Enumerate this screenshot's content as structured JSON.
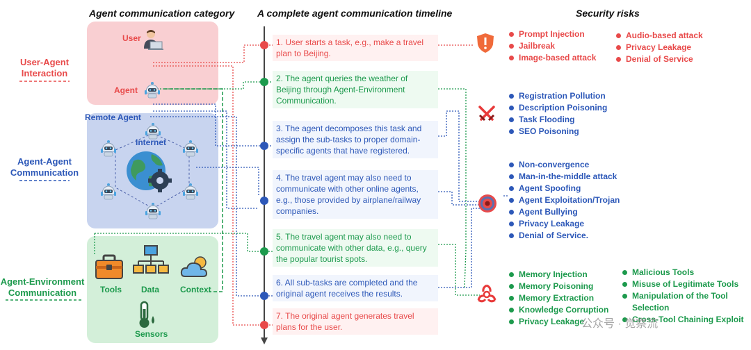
{
  "headers": {
    "category": "Agent communication category",
    "timeline": "A complete  agent communication timeline",
    "risks": "Security risks"
  },
  "categories": {
    "user_agent": "User-Agent Interaction",
    "agent_agent": "Agent-Agent Communication",
    "agent_env": "Agent-Environment Communication"
  },
  "nodes": {
    "user": "User",
    "agent": "Agent",
    "remote_agent": "Remote Agent",
    "internet": "Internet",
    "tools": "Tools",
    "data": "Data",
    "context": "Context",
    "sensors": "Sensors"
  },
  "steps": [
    {
      "text": "1. User starts a task, e.g., make a travel plan to Beijing.",
      "color": "red"
    },
    {
      "text": "2. The agent queries the weather of Beijing through Agent-Environment Communication.",
      "color": "green"
    },
    {
      "text": "3. The agent decomposes this task and assign the sub-tasks to proper domain-specific agents that have registered.",
      "color": "blue"
    },
    {
      "text": "4. The travel agent may also need to communicate with other online agents, e.g., those provided by airplane/railway companies.",
      "color": "blue"
    },
    {
      "text": "5. The travel agent may also need to communicate with other data, e.g., query the popular tourist spots.",
      "color": "green"
    },
    {
      "text": "6. All sub-tasks are completed and the original agent receives the results.",
      "color": "blue"
    },
    {
      "text": "7. The original agent generates travel plans  for the user.",
      "color": "red"
    }
  ],
  "risks": {
    "user_agent_col1": [
      "Prompt Injection",
      "Jailbreak",
      "Image-based attack"
    ],
    "user_agent_col2": [
      "Audio-based attack",
      "Privacy Leakage",
      "Denial of Service"
    ],
    "registration": [
      "Registration Pollution",
      "Description Poisoning",
      "Task Flooding",
      "SEO Poisoning"
    ],
    "agent_agent": [
      "Non-convergence",
      "Man-in-the-middle attack",
      "Agent Spoofing",
      "Agent Exploitation/Trojan",
      "Agent Bullying",
      "Privacy Leakage",
      "Denial of Service."
    ],
    "env_col1": [
      "Memory Injection",
      "Memory Poisoning",
      "Memory Extraction",
      "Knowledge Corruption",
      "Privacy Leakage"
    ],
    "env_col2": [
      "Malicious Tools",
      "Misuse of Legitimate Tools",
      "Manipulation of the Tool Selection",
      "Cross-Tool Chaining Exploit"
    ]
  },
  "watermark": "公众号 · 觉察流",
  "colors": {
    "red": "#e84a4a",
    "blue": "#2d58b8",
    "green": "#1d9a4d",
    "pink_panel": "#f9cfd2",
    "blue_panel": "#c8d4ef",
    "green_panel": "#d3efd9"
  },
  "icons": {
    "user": "user-laptop-icon",
    "agent": "robot-icon",
    "internet": "globe-gear-icon",
    "tools": "toolbox-icon",
    "data": "network-monitor-icon",
    "context": "cloud-sun-icon",
    "sensors": "thermometer-icon",
    "risk1": "shield-warning-icon",
    "risk2": "crossed-swords-icon",
    "risk3": "target-icon",
    "risk4": "biohazard-icon"
  }
}
